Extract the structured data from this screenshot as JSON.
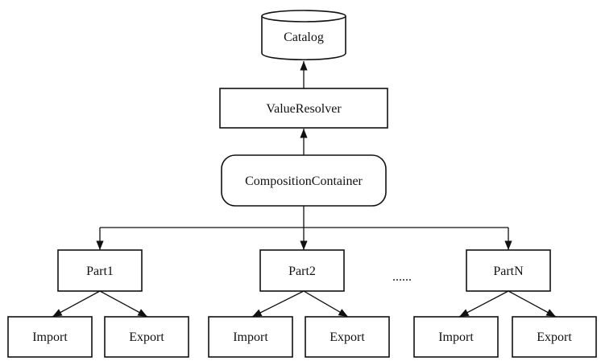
{
  "nodes": {
    "catalog": "Catalog",
    "value_resolver": "ValueResolver",
    "composition_container": "CompositionContainer",
    "parts": [
      {
        "label": "Part1",
        "import_label": "Import",
        "export_label": "Export"
      },
      {
        "label": "Part2",
        "import_label": "Import",
        "export_label": "Export"
      },
      {
        "label": "PartN",
        "import_label": "Import",
        "export_label": "Export"
      }
    ],
    "ellipsis": "......"
  },
  "colors": {
    "stroke": "#111111",
    "background": "#ffffff"
  }
}
